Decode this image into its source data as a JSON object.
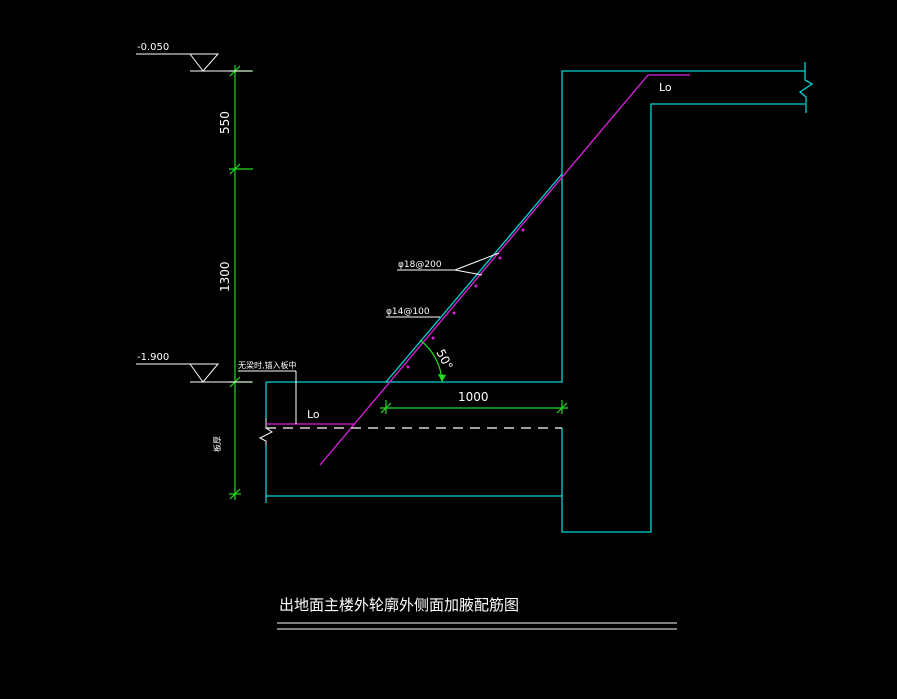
{
  "levels": {
    "top": "-0.050",
    "mid": "-1.900"
  },
  "dims": {
    "upper": "550",
    "lower": "1300",
    "horiz": "1000",
    "angle": "50°"
  },
  "labels": {
    "rebar_main": "φ18@200",
    "rebar_dist": "φ14@100",
    "anchor_top": "Lo",
    "anchor_bottom": "Lo",
    "note_top": "无梁时,锚入板中",
    "note_side": "板厚"
  },
  "title": "出地面主楼外轮廓外侧面加腋配筋图",
  "colors": {
    "background": "#000000",
    "outline": "#00d4d4",
    "rebar": "#e020e0",
    "dimension": "#22dd22",
    "text": "#ffffff"
  }
}
